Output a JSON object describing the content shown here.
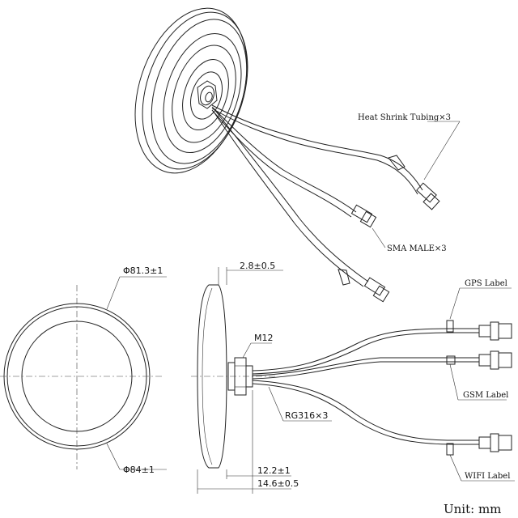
{
  "iso": {
    "heat_shrink_label": "Heat Shrink Tubing×3",
    "sma_label": "SMA MALE×3"
  },
  "front": {
    "outer_diameter_label": "Φ81.3±1",
    "base_diameter_label": "Φ84±1"
  },
  "side": {
    "thickness_label": "2.8±0.5",
    "thread_label": "M12",
    "cable_label": "RG316×3",
    "height_label": "12.2±1",
    "total_height_label": "14.6±0.5",
    "gps_label": "GPS Label",
    "gsm_label": "GSM Label",
    "wifi_label": "WIFI Label"
  },
  "unit_label": "Unit: mm"
}
